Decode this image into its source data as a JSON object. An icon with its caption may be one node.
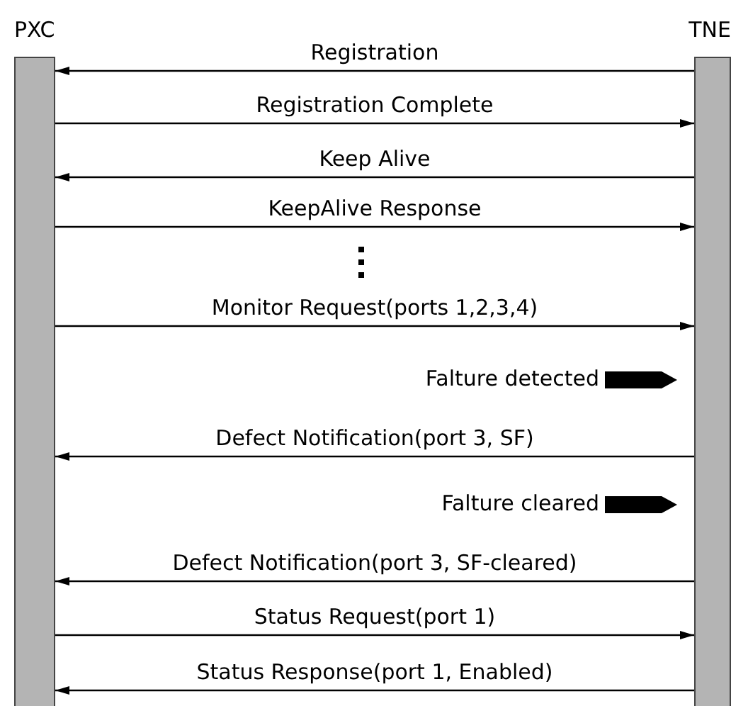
{
  "diagram": {
    "nodes": [
      {
        "text": [
          "PXC"
        ]
      },
      {
        "text": [
          "TNE"
        ]
      }
    ],
    "edges": [
      {
        "from": 1,
        "to": 0,
        "arrow": "to",
        "label": "Registration"
      },
      {
        "from": 0,
        "to": 1,
        "arrow": "to",
        "label": "Registration Complete"
      },
      {
        "from": 1,
        "to": 0,
        "arrow": "to",
        "label": "Keep Alive"
      },
      {
        "from": 0,
        "to": 1,
        "arrow": "to",
        "label": "KeepAlive Response"
      },
      {
        "from": 0,
        "to": 1,
        "arrow": "to",
        "label": "Monitor Request(ports 1,2,3,4)"
      },
      {
        "from": 1,
        "to": 0,
        "arrow": "to",
        "label": "Defect Notification(port 3, SF)"
      },
      {
        "from": 1,
        "to": 0,
        "arrow": "to",
        "label": "Defect Notification(port 3, SF-cleared)"
      },
      {
        "from": 0,
        "to": 1,
        "arrow": "to",
        "label": "Status Request(port 1)"
      },
      {
        "from": 1,
        "to": 0,
        "arrow": "to",
        "label": "Status Response(port 1, Enabled)"
      }
    ],
    "labels": [
      "Falture detected",
      "Falture cleared"
    ]
  }
}
